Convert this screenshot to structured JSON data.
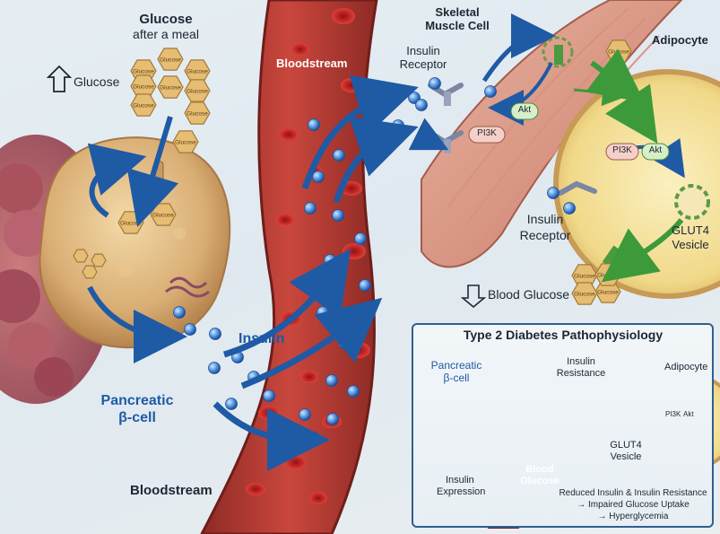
{
  "glucose_block": {
    "title": "Glucose",
    "subtitle": "after a meal",
    "hex_label": "Glucose",
    "up_label": "Glucose"
  },
  "pancreas": {
    "label_line1": "Pancreatic",
    "label_line2": "β-cell"
  },
  "insulin_label": "Insulin",
  "bloodstream_top": "Bloodstream",
  "bloodstream_bottom": "Bloodstream",
  "muscle": {
    "title_line1": "Skeletal",
    "title_line2": "Muscle Cell",
    "receptor_line1": "Insulin",
    "receptor_line2": "Receptor",
    "pi3k": "PI3K",
    "akt": "Akt"
  },
  "adipocyte": {
    "title": "Adipocyte",
    "receptor_line1": "Insulin",
    "receptor_line2": "Receptor",
    "pi3k": "PI3K",
    "akt": "Akt",
    "glut4_line1": "GLUT4",
    "glut4_line2": "Vesicle",
    "hex_label": "Glucose"
  },
  "blood_glucose_down": "Blood Glucose",
  "inset": {
    "title": "Type 2 Diabetes Pathophysiology",
    "pancreatic_line1": "Pancreatic",
    "pancreatic_line2": "β-cell",
    "insulin_expr_line1": "Insulin",
    "insulin_expr_line2": "Expression",
    "blood_glucose_line1": "Blood",
    "blood_glucose_line2": "Glucose",
    "resistance_line1": "Insulin",
    "resistance_line2": "Resistance",
    "adipocyte": "Adipocyte",
    "pi3k": "PI3K",
    "akt": "Akt",
    "glut4_line1": "GLUT4",
    "glut4_line2": "Vesicle",
    "summary_line1": "Reduced Insulin & Insulin Resistance",
    "summary_line2": "→ Impaired Glucose Uptake",
    "summary_line3": "→ Hyperglycemia"
  },
  "colors": {
    "insulin": "#2f6fc4",
    "vessel": "#b8332c",
    "rbc": "#c62828",
    "glucose_hex": "#e4b86a",
    "arrow_blue": "#1f5aa5",
    "arrow_green": "#3d9a3a",
    "inhibit_red": "#d32f2f"
  }
}
